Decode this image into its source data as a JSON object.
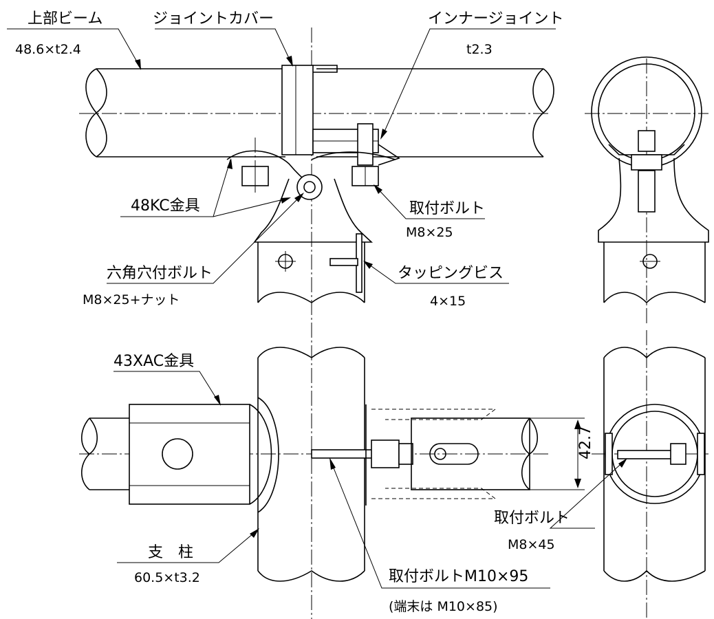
{
  "labels": {
    "upper_beam": "上部ビーム",
    "upper_beam_spec": "48.6×t2.4",
    "joint_cover": "ジョイントカバー",
    "inner_joint": "インナージョイント",
    "inner_joint_spec": "t2.3",
    "fitting_48kc": "48KC金具",
    "mount_bolt_top": "取付ボルト",
    "mount_bolt_top_spec": "M8×25",
    "hex_socket_bolt": "六角穴付ボルト",
    "hex_socket_bolt_spec": "M8×25+ナット",
    "tapping_screw": "タッピングビス",
    "tapping_screw_spec": "4×15",
    "fitting_43xac": "43XAC金具",
    "dimension": "42.7",
    "mount_bolt_right": "取付ボルト",
    "mount_bolt_right_spec": "M8×45",
    "post": "支　柱",
    "post_spec": "60.5×t3.2",
    "mount_bolt_bottom": "取付ボルトM10×95",
    "mount_bolt_bottom_note": "(端末は M10×85)"
  }
}
